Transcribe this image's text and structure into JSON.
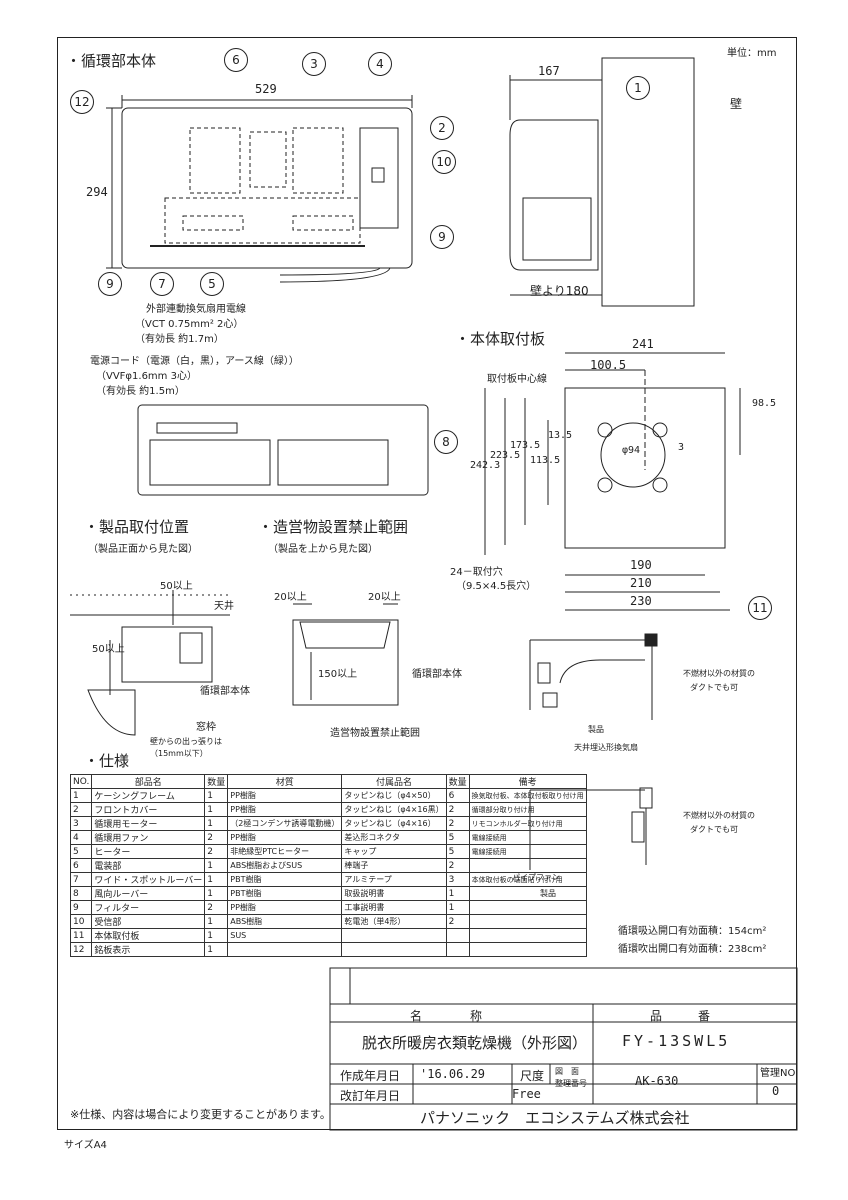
{
  "unit_label": "単位：mm",
  "size_label": "サイズA4",
  "note": "※仕様、内容は場合により変更することがあります。",
  "sections": {
    "main": "・循環部本体",
    "plate": "・本体取付板",
    "position": "・製品取付位置",
    "position_sub": "（製品正面から見た図）",
    "forbidden": "・造営物設置禁止範囲",
    "forbidden_sub": "（製品を上から見た図）",
    "spec": "・仕様"
  },
  "dims": {
    "w529": "529",
    "h294": "294",
    "d167": "167",
    "wall180": "壁より180",
    "wall": "壁",
    "p241": "241",
    "p100_5": "100.5",
    "center": "取付板中心線",
    "p98_5": "98.5",
    "p242_3": "242.3",
    "p223_5": "223.5",
    "p173_5": "173.5",
    "p113_5": "113.5",
    "p13_5": "13.5",
    "phi94": "φ94",
    "p3": "3",
    "p190": "190",
    "p210": "210",
    "p230": "230",
    "holes": "24－取付穴",
    "holes2": "（9.5×4.5長穴）",
    "up50": "50以上",
    "up50b": "50以上",
    "ceiling": "天井",
    "body": "循環部本体",
    "window": "窓枠",
    "protrude": "壁からの出っ張りは",
    "protrude2": "（15mm以下）",
    "f20a": "20以上",
    "f20b": "20以上",
    "f150": "150以上",
    "fbody": "循環部本体",
    "fzone": "造営物設置禁止範囲"
  },
  "cables": {
    "c1": "外部連動換気扇用電線",
    "c2": "（VCT 0.75mm²  2心）",
    "c3": "（有効長  約1.7m）",
    "c4": "電源コード（電源（白，黒），アース線（緑））",
    "c5": "（VVFφ1.6mm  3心）",
    "c6": "（有効長  約1.5m）"
  },
  "install": {
    "mat1": "不燃材以外の材質の",
    "mat2": "ダクトでも可",
    "product": "製品",
    "fan1": "天井埋込形換気扇",
    "mat3": "不燃材以外の材質の",
    "mat4": "ダクトでも可",
    "fan2": "パイプファン",
    "product2": "製品"
  },
  "area": {
    "a1": "循環吸込開口有効面積：154cm²",
    "a2": "循環吹出開口有効面積：238cm²"
  },
  "spec_headers": [
    "NO.",
    "部品名",
    "数量",
    "材質",
    "付属品名",
    "数量",
    "備考"
  ],
  "spec_rows": [
    [
      "1",
      "ケーシングフレーム",
      "1",
      "PP樹脂",
      "タッピンねじ（φ4×50）",
      "6",
      "換気取付板、本体取付板取り付け用"
    ],
    [
      "2",
      "フロントカバー",
      "1",
      "PP樹脂",
      "タッピンねじ（φ4×16黒）",
      "2",
      "循環部分取り付け用"
    ],
    [
      "3",
      "循環用モーター",
      "1",
      "（2極コンデンサ誘導電動機）",
      "タッピンねじ（φ4×16）",
      "2",
      "リモコンホルダー取り付け用"
    ],
    [
      "4",
      "循環用ファン",
      "2",
      "PP樹脂",
      "差込形コネクタ",
      "5",
      "電線接続用"
    ],
    [
      "5",
      "ヒーター",
      "2",
      "非絶縁型PTCヒーター",
      "キャップ",
      "5",
      "電線接続用"
    ],
    [
      "6",
      "電装部",
      "1",
      "ABS樹脂およびSUS",
      "棒端子",
      "2",
      ""
    ],
    [
      "7",
      "ワイド・スポットルーバー",
      "1",
      "PBT樹脂",
      "アルミテープ",
      "3",
      "本体取付板の端面貼り付け用"
    ],
    [
      "8",
      "風向ルーバー",
      "1",
      "PBT樹脂",
      "取扱説明書",
      "1",
      ""
    ],
    [
      "9",
      "フィルター",
      "2",
      "PP樹脂",
      "工事説明書",
      "1",
      ""
    ],
    [
      "10",
      "受信部",
      "1",
      "ABS樹脂",
      "乾電池（単4形）",
      "2",
      ""
    ],
    [
      "11",
      "本体取付板",
      "1",
      "SUS",
      "",
      "",
      ""
    ],
    [
      "12",
      "銘板表示",
      "1",
      "",
      "",
      "",
      ""
    ]
  ],
  "title_block": {
    "name_label": "名　　　　称",
    "number_label": "品　　　番",
    "name": "脱衣所暖房衣類乾燥機（外形図）",
    "model": "FY-13SWL5",
    "made_label": "作成年月日",
    "made": "'16.06.29",
    "rev_label": "改訂年月日",
    "scale_label": "尺度",
    "scale": "Free",
    "drawing_label1": "図　面",
    "drawing_label2": "整理番号",
    "drawing_no": "AK-630",
    "mgmt_label": "管理NO.",
    "mgmt": "0",
    "company": "パナソニック　エコシステムズ株式会社"
  },
  "callouts": [
    "1",
    "2",
    "3",
    "4",
    "5",
    "6",
    "7",
    "8",
    "9",
    "9",
    "10",
    "11",
    "12"
  ]
}
